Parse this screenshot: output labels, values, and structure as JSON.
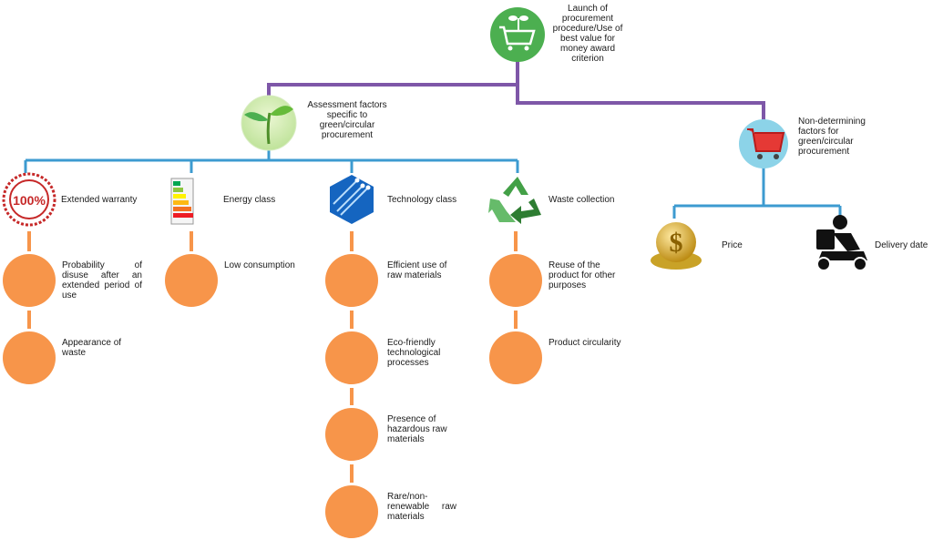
{
  "root": {
    "label": "Launch of procurement procedure/Use of best value for money award criterion",
    "icon": "shopping-cart-plant-icon"
  },
  "assessment": {
    "label": "Assessment factors specific to green/circular procurement",
    "icon": "leaf-sprout-icon"
  },
  "non_determining": {
    "label": "Non-determining factors for green/circular procurement",
    "icon": "red-cart-icon"
  },
  "categories": [
    {
      "label": "Extended warranty",
      "icon": "guarantee-stamp-icon",
      "stamp_text": "100%",
      "items": [
        "Probability of disuse after an extended period of use",
        "Appearance of waste"
      ]
    },
    {
      "label": "Energy class",
      "icon": "energy-rating-icon",
      "items": [
        "Low consumption"
      ]
    },
    {
      "label": "Technology class",
      "icon": "circuit-hexagon-icon",
      "items": [
        "Efficient use of raw materials",
        "Eco-friendly technological processes",
        "Presence of hazardous raw materials",
        "Rare/non-renewable raw materials"
      ]
    },
    {
      "label": "Waste collection",
      "icon": "recycle-icon",
      "items": [
        "Reuse of the product for other purposes",
        "Product circularity"
      ]
    }
  ],
  "other_factors": [
    {
      "label": "Price",
      "icon": "gold-dollar-icon"
    },
    {
      "label": "Delivery date",
      "icon": "delivery-scooter-icon"
    }
  ],
  "colors": {
    "purple": "#7e57a8",
    "blue": "#3d9bd0",
    "orange": "#f7954a",
    "green": "#43a047"
  }
}
